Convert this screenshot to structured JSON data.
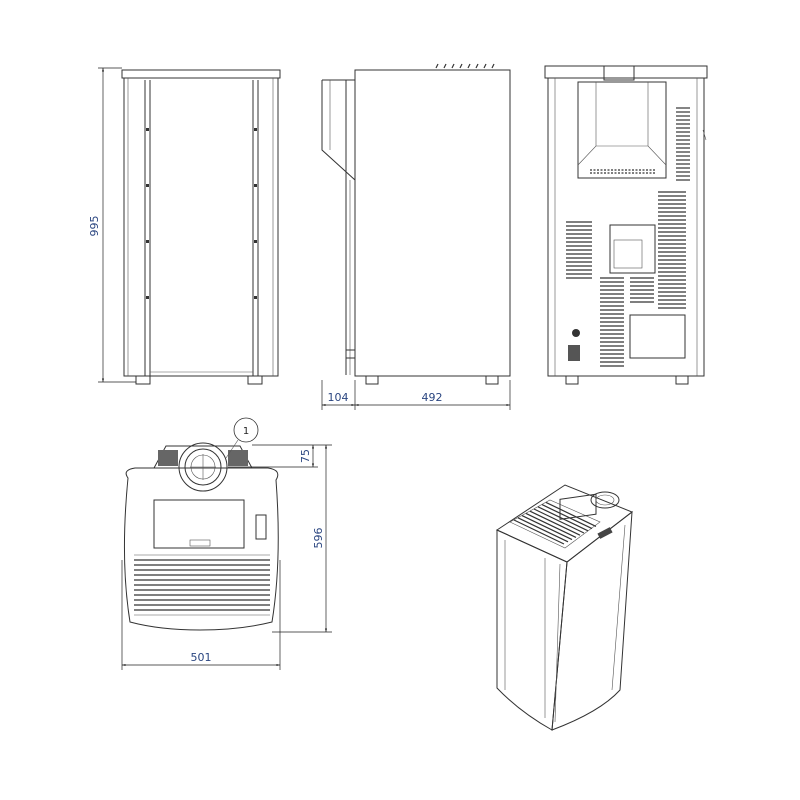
{
  "title": "Stove dimension drawing",
  "dimensions": {
    "height": "995",
    "rear_offset": "104",
    "depth": "492",
    "flue_offset": "75",
    "total_depth": "596",
    "width": "501"
  },
  "callouts": [
    "1"
  ],
  "colors": {
    "line": "#333333",
    "dimension_text": "#2a4580"
  }
}
